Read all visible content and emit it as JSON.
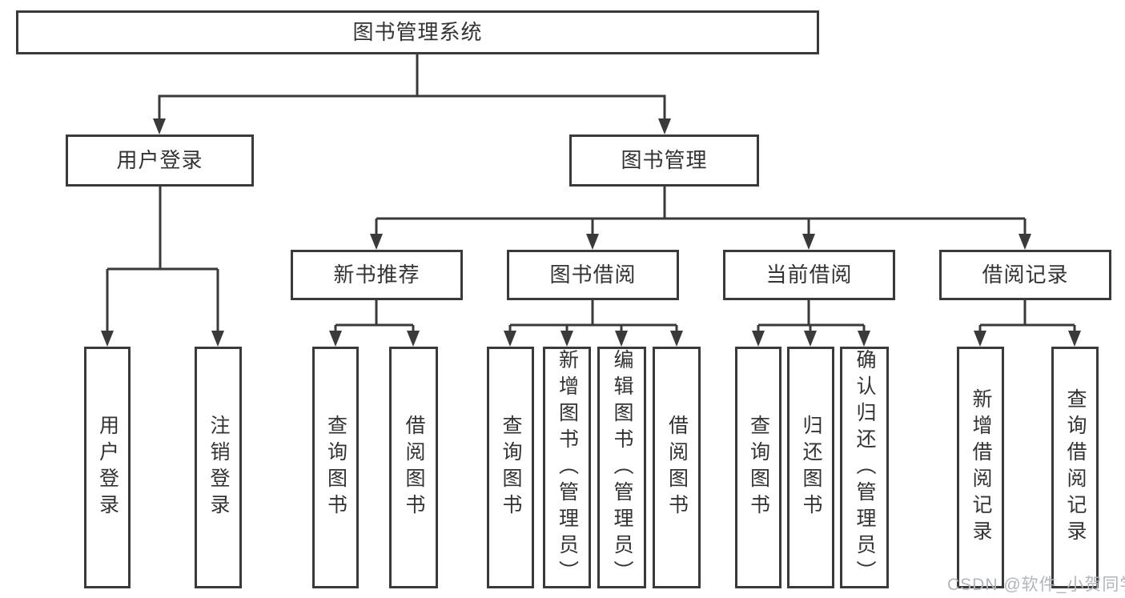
{
  "tree": {
    "root": {
      "label": "图书管理系统"
    },
    "branches": [
      {
        "label": "用户登录",
        "children": [
          {
            "label": "用户登录"
          },
          {
            "label": "注销登录"
          }
        ]
      },
      {
        "label": "图书管理",
        "children": [
          {
            "label": "新书推荐",
            "children": [
              {
                "label": "查询图书"
              },
              {
                "label": "借阅图书"
              }
            ]
          },
          {
            "label": "图书借阅",
            "children": [
              {
                "label": "查询图书"
              },
              {
                "label": "新增图书（管理员）"
              },
              {
                "label": "编辑图书（管理员）"
              },
              {
                "label": "借阅图书"
              }
            ]
          },
          {
            "label": "当前借阅",
            "children": [
              {
                "label": "查询图书"
              },
              {
                "label": "归还图书"
              },
              {
                "label": "确认归还（管理员）"
              }
            ]
          },
          {
            "label": "借阅记录",
            "children": [
              {
                "label": "新增借阅记录"
              },
              {
                "label": "查询借阅记录"
              }
            ]
          }
        ]
      }
    ]
  },
  "watermark": {
    "text": "CSDN @软件_小贺同学"
  },
  "colors": {
    "line": "#3a3a3a",
    "text": "#333333",
    "watermark": "#b1b6bb",
    "background": "#ffffff"
  }
}
